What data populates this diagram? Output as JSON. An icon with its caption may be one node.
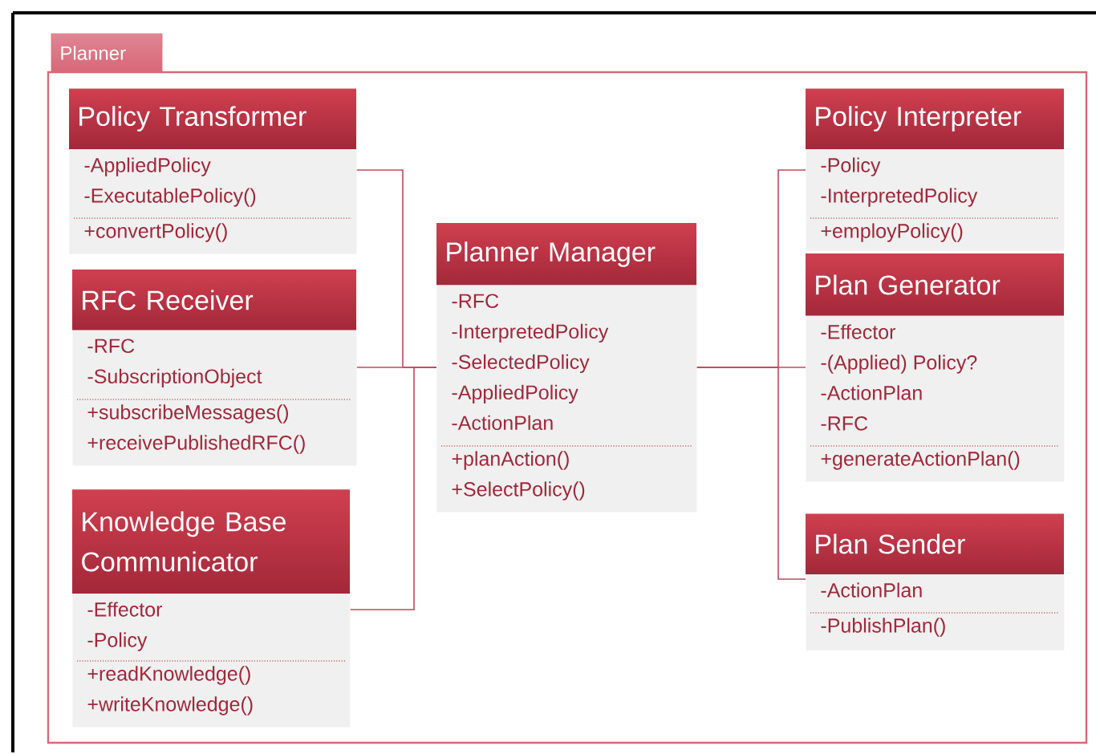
{
  "diagram": {
    "nodes": [
      {
        "text": [
          "Planner"
        ]
      },
      {
        "text": [
          "Policy Transformer"
        ],
        "in": 0
      },
      {
        "text": [
          "-AppliedPolicy",
          "-ExecutablePolicy()"
        ],
        "in": 1
      },
      {
        "text": [
          "+convertPolicy()"
        ],
        "in": 1
      },
      {
        "text": [
          "RFC Receiver"
        ],
        "in": 0
      },
      {
        "text": [
          "-RFC",
          "-SubscriptionObject"
        ],
        "in": 4
      },
      {
        "text": [
          "+subscribeMessages()",
          "+receivePublishedRFC()"
        ],
        "in": 4
      },
      {
        "text": [
          "Knowledge Base Communicator"
        ],
        "in": 0
      },
      {
        "text": [
          "-Effector",
          "-Policy"
        ],
        "in": 7
      },
      {
        "text": [
          "+readKnowledge()",
          "+writeKnowledge()"
        ],
        "in": 7
      },
      {
        "text": [
          "Planner Manager"
        ],
        "in": 0
      },
      {
        "text": [
          "-RFC",
          "-InterpretedPolicy",
          "-SelectedPolicy",
          "-AppliedPolicy",
          "-ActionPlan"
        ],
        "in": 10
      },
      {
        "text": [
          "+planAction()",
          "+SelectPolicy()"
        ],
        "in": 10
      },
      {
        "text": [
          "Policy Interpreter"
        ],
        "in": 0
      },
      {
        "text": [
          "-Policy",
          "-InterpretedPolicy"
        ],
        "in": 13
      },
      {
        "text": [
          "+employPolicy()"
        ],
        "in": 13
      },
      {
        "text": [
          "Plan Generator"
        ],
        "in": 0
      },
      {
        "text": [
          "-Effector",
          "-(Applied) Policy?",
          "-ActionPlan",
          "-RFC"
        ],
        "in": 16
      },
      {
        "text": [
          "+generateActionPlan()"
        ],
        "in": 16
      },
      {
        "text": [
          "Plan Sender"
        ],
        "in": 0
      },
      {
        "text": [
          "-ActionPlan"
        ],
        "in": 19
      },
      {
        "text": [
          "-PublishPlan()"
        ],
        "in": 19
      }
    ],
    "edges": [
      {
        "from": 1,
        "to": 10,
        "arrow": "none"
      },
      {
        "from": 4,
        "to": 10,
        "arrow": "none"
      },
      {
        "from": 7,
        "to": 10,
        "arrow": "none"
      },
      {
        "from": 10,
        "to": 13,
        "arrow": "none"
      },
      {
        "from": 10,
        "to": 16,
        "arrow": "none"
      },
      {
        "from": 10,
        "to": 19,
        "arrow": "none"
      }
    ]
  }
}
